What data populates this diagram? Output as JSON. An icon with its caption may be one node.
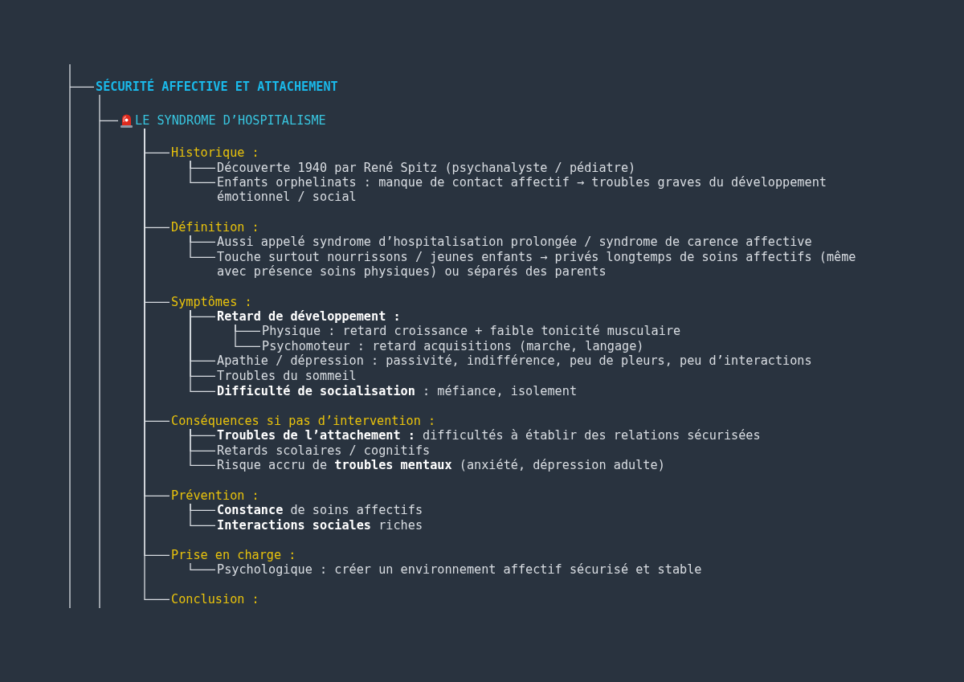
{
  "diagram": {
    "nodes": [
      {
        "text": [
          "SÉCURITÉ AFFECTIVE ET ATTACHEMENT"
        ]
      },
      {
        "text": [
          "LE SYNDROME D’HOSPITALISME"
        ]
      },
      {
        "text": [
          "Historique :"
        ]
      },
      {
        "text": [
          "Découverte 1940 par René Spitz (psychanalyste / pédiatre)"
        ]
      },
      {
        "text": [
          "Enfants orphelinats : manque de contact affectif → troubles graves du développement émotionnel / social"
        ]
      },
      {
        "text": [
          "Définition :"
        ]
      },
      {
        "text": [
          "Aussi appelé syndrome d’hospitalisation prolongée / syndrome de carence affective"
        ]
      },
      {
        "text": [
          "Touche surtout nourrissons / jeunes enfants → privés longtemps de soins affectifs (même avec présence soins physiques) ou séparés des parents"
        ]
      },
      {
        "text": [
          "Symptômes :"
        ]
      },
      {
        "text": [
          "Retard de développement :"
        ]
      },
      {
        "text": [
          "Physique : retard croissance + faible tonicité musculaire"
        ]
      },
      {
        "text": [
          "Psychomoteur : retard acquisitions (marche, langage)"
        ]
      },
      {
        "text": [
          "Apathie / dépression : passivité, indifférence, peu de pleurs, peu d’interactions"
        ]
      },
      {
        "text": [
          "Troubles du sommeil"
        ]
      },
      {
        "text": [
          "**Difficulté de socialisation** : méfiance, isolement"
        ]
      },
      {
        "text": [
          "Conséquences si pas d’intervention :"
        ]
      },
      {
        "text": [
          "**Troubles de l’attachement :** difficultés à établir des relations sécurisées"
        ]
      },
      {
        "text": [
          "Retards scolaires / cognitifs"
        ]
      },
      {
        "text": [
          "Risque accru de **troubles mentaux** (anxiété, dépression adulte)"
        ]
      },
      {
        "text": [
          "Prévention :"
        ]
      },
      {
        "text": [
          "**Constance** de soins affectifs"
        ]
      },
      {
        "text": [
          "**Interactions sociales** riches"
        ]
      },
      {
        "text": [
          "Prise en charge :"
        ]
      },
      {
        "text": [
          "Psychologique : créer un environnement affectif sécurisé et stable"
        ]
      },
      {
        "text": [
          "Conclusion :"
        ]
      }
    ],
    "edges": [
      {
        "from": null,
        "to": 0,
        "arrow": "none"
      },
      {
        "from": 0,
        "to": 1,
        "arrow": "none"
      },
      {
        "from": 1,
        "to": 2,
        "arrow": "none"
      },
      {
        "from": 2,
        "to": 3,
        "arrow": "none"
      },
      {
        "from": 2,
        "to": 4,
        "arrow": "none"
      },
      {
        "from": 1,
        "to": 5,
        "arrow": "none"
      },
      {
        "from": 5,
        "to": 6,
        "arrow": "none"
      },
      {
        "from": 5,
        "to": 7,
        "arrow": "none"
      },
      {
        "from": 1,
        "to": 8,
        "arrow": "none"
      },
      {
        "from": 8,
        "to": 9,
        "arrow": "none"
      },
      {
        "from": 9,
        "to": 10,
        "arrow": "none"
      },
      {
        "from": 9,
        "to": 11,
        "arrow": "none"
      },
      {
        "from": 8,
        "to": 12,
        "arrow": "none"
      },
      {
        "from": 8,
        "to": 13,
        "arrow": "none"
      },
      {
        "from": 8,
        "to": 14,
        "arrow": "none"
      },
      {
        "from": 1,
        "to": 15,
        "arrow": "none"
      },
      {
        "from": 15,
        "to": 16,
        "arrow": "none"
      },
      {
        "from": 15,
        "to": 17,
        "arrow": "none"
      },
      {
        "from": 15,
        "to": 18,
        "arrow": "none"
      },
      {
        "from": 1,
        "to": 19,
        "arrow": "none"
      },
      {
        "from": 19,
        "to": 20,
        "arrow": "none"
      },
      {
        "from": 19,
        "to": 21,
        "arrow": "none"
      },
      {
        "from": 1,
        "to": 22,
        "arrow": "none"
      },
      {
        "from": 22,
        "to": 23,
        "arrow": "none"
      },
      {
        "from": 1,
        "to": 24,
        "arrow": "none"
      }
    ]
  }
}
